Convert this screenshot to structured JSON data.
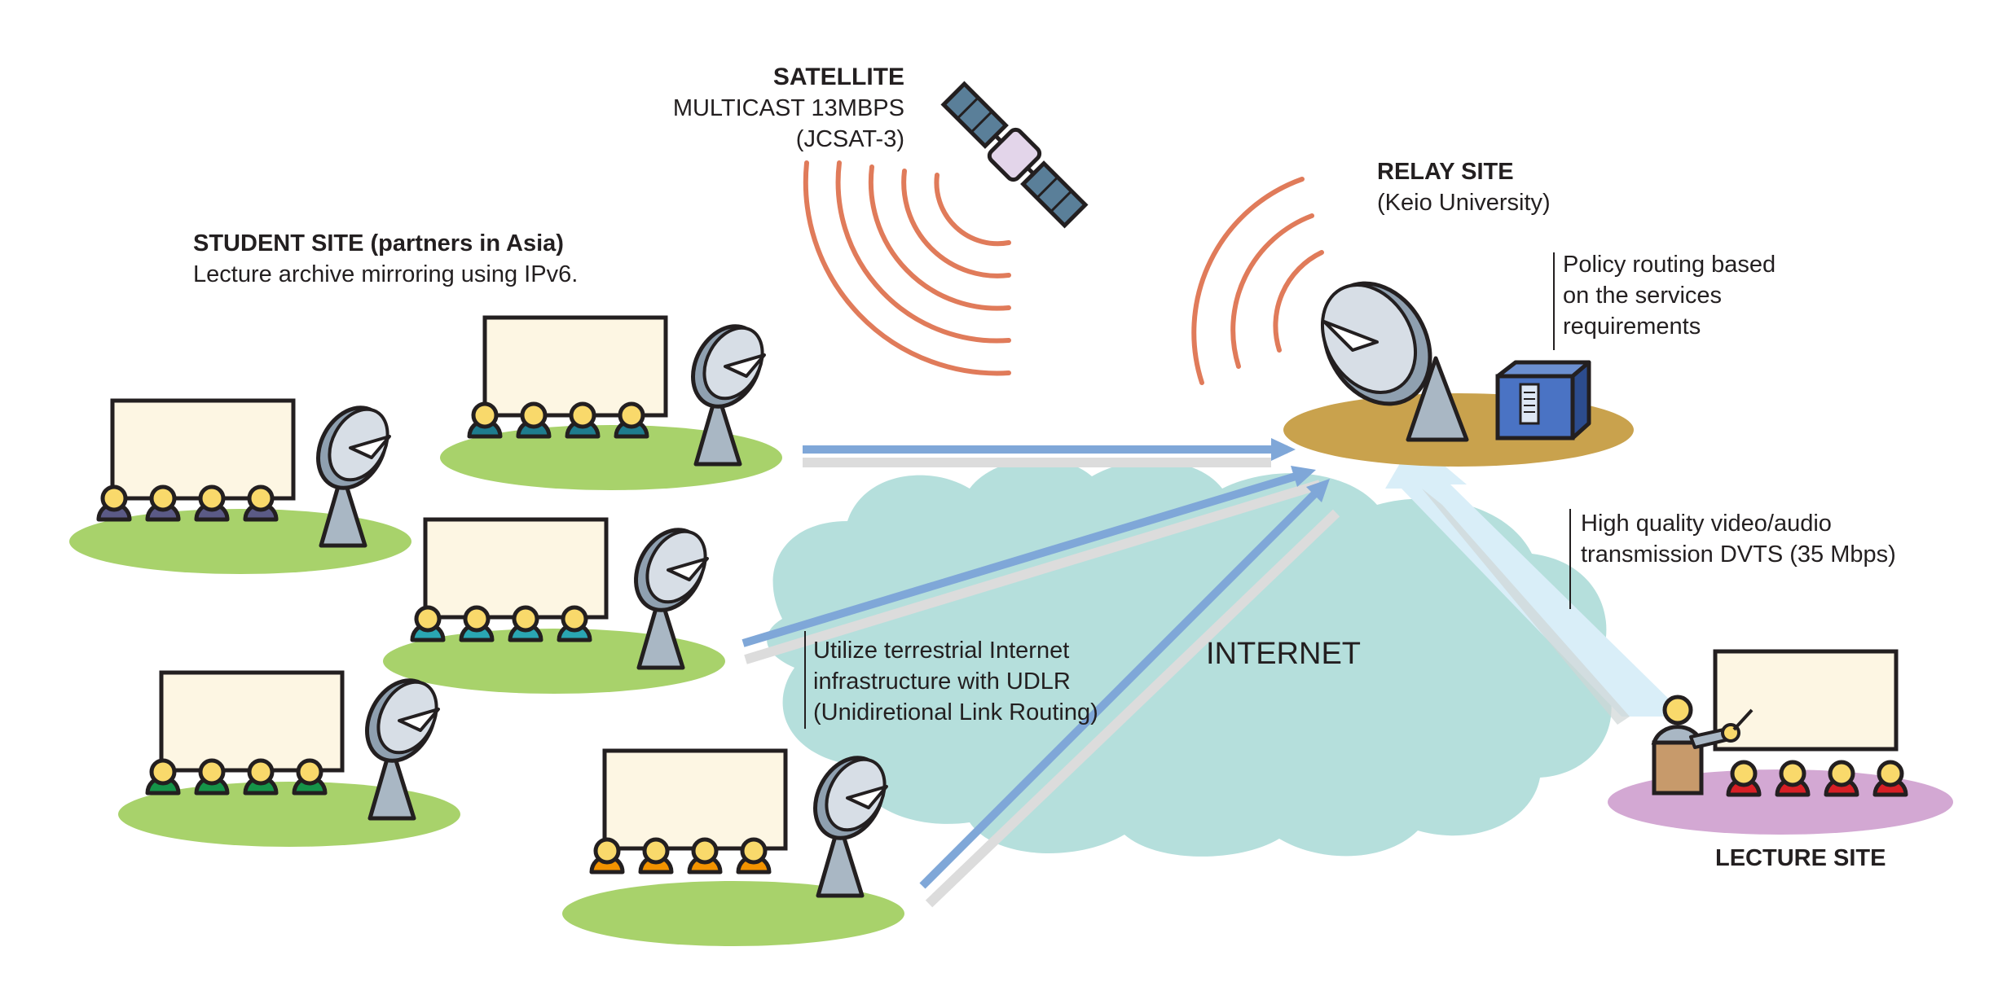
{
  "satellite": {
    "title": "SATELLITE",
    "line1": "MULTICAST 13MBPS",
    "line2": "(JCSAT-3)"
  },
  "student_site": {
    "title": "STUDENT SITE (partners in Asia)",
    "subtitle": "Lecture archive mirroring using IPv6."
  },
  "relay_site": {
    "title": "RELAY SITE",
    "subtitle": "(Keio University)"
  },
  "policy_routing": {
    "line1": "Policy routing based",
    "line2": "on the services",
    "line3": "requirements"
  },
  "high_quality": {
    "line1": "High quality video/audio",
    "line2": "transmission DVTS (35 Mbps)"
  },
  "udlr": {
    "line1": "Utilize terrestrial Internet",
    "line2": "infrastructure with UDLR",
    "line3": "(Unidiretional Link Routing)"
  },
  "internet": {
    "label": "INTERNET"
  },
  "lecture_site": {
    "title": "LECTURE SITE"
  },
  "colors": {
    "cloud": "#b5dfdc",
    "radio_waves": "#e07b5a",
    "arrow_blue": "#7fa7d8",
    "arrow_shadow": "#dcdcdc",
    "light_beam": "#d9eef8",
    "student_ground": "#a8d26b",
    "relay_ground": "#c9a24d",
    "lecture_ground": "#d3a8d3",
    "screen": "#fdf6e3",
    "head": "#f9d96b",
    "dish": "#b7c3cf",
    "server": "#3b63b3",
    "satellite_panel": "#5a7f99",
    "satellite_body": "#e3d5ea",
    "row_colors": [
      "#5b5a86",
      "#1e7c8e",
      "#2aa6b2",
      "#159449",
      "#f39300",
      "#d81f26"
    ]
  },
  "icons": [
    "satellite-icon",
    "satellite-dish-icon",
    "server-icon",
    "classroom-icon",
    "lecturer-icon",
    "radio-waves-icon",
    "cloud-icon"
  ]
}
